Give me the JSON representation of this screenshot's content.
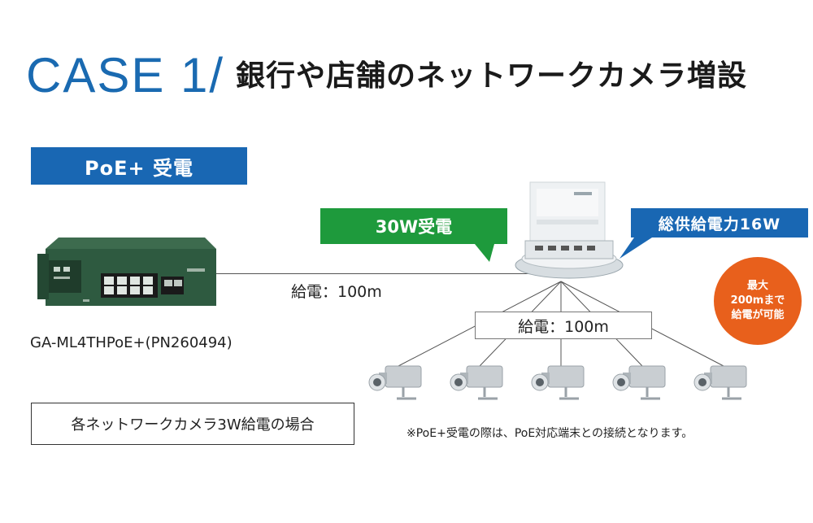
{
  "header": {
    "case_label": "CASE 1/",
    "title": "銀行や店舗のネットワークカメラ増設"
  },
  "badge": {
    "label": "PoE+ 受電"
  },
  "switch": {
    "model": "GA-ML4THPoE+(PN260494)"
  },
  "cable": {
    "main_label": "給電：100m",
    "branch_label": "給電：100m"
  },
  "callouts": {
    "received_power": "30W受電",
    "total_power": "総供給電力16W"
  },
  "distance_badge": {
    "lines": [
      "最大",
      "200mまで",
      "給電が可能"
    ]
  },
  "note": "各ネットワークカメラ3W給電の場合",
  "footnote": "※PoE+受電の際は、PoE対応端末との接続となります。",
  "colors": {
    "brand_blue": "#1a6ab1",
    "callout_green": "#1e9a3c",
    "accent_orange": "#e8601c"
  },
  "icons": [
    "network-switch-icon",
    "access-point-icon",
    "camera-icon"
  ]
}
